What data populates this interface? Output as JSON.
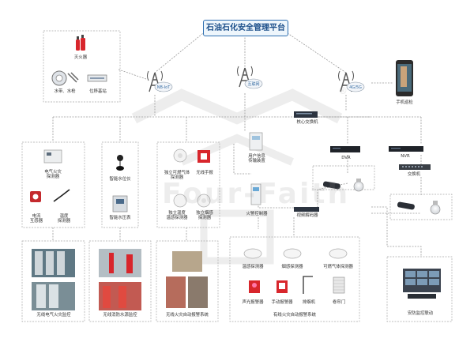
{
  "platform": {
    "title": "石油石化安全管理平台"
  },
  "networks": {
    "nbiot": "NB-IoT",
    "internet": "互联网",
    "mobile": "4G/5G"
  },
  "watermark": {
    "brand": "Four-Faith",
    "registered": "®"
  },
  "devices": {
    "extinguisher": "灭火器",
    "water_pump": "水带、水枪",
    "displacement_base": "位移基站",
    "phone_patrol": "手机巡检",
    "user_transmission": [
      "用户信息",
      "传输装置"
    ],
    "fire_controller": "火警控制器",
    "core_switch": "核心交换机",
    "dvr": "DVR",
    "nvr": "NVR",
    "switch": "交换机",
    "video_decoder": "视频解码器",
    "electric_detector": [
      "电气火灾",
      "探测器"
    ],
    "current_transformer": [
      "电流",
      "互感器"
    ],
    "temp_detector": [
      "温度",
      "探测器"
    ],
    "level_meter": "智能水位仪",
    "pressure_meter": "智能水压表",
    "gas_detector": [
      "独立可燃气体",
      "探测器"
    ],
    "manual_alarm": [
      "无线手报"
    ],
    "indep_temp": [
      "独立温度",
      "温感探测器"
    ],
    "indep_smoke": [
      "独立烟感",
      "探测器"
    ],
    "temp_sensor": "温感探测器",
    "smoke_sensor": "烟感探测器",
    "gas_sensor": "可燃气体探测器",
    "sound_light": "声光报警器",
    "manual_button": "手动报警器",
    "exhaust": "排烟机",
    "fire_door": "卷帘门"
  },
  "systems": {
    "wireless_electric": "无线电气火灾监控",
    "wireless_water": "无线消防水源监控",
    "wireless_fire": "无线火灾自动报警系统",
    "wired_fire": "有线火灾自动报警系统",
    "security": "安防监控联动"
  },
  "colors": {
    "line": "#9a9a9a",
    "platform_border": "#2f6fb1",
    "platform_bg": "#eef6fc",
    "alarm_red": "#d8262c"
  }
}
